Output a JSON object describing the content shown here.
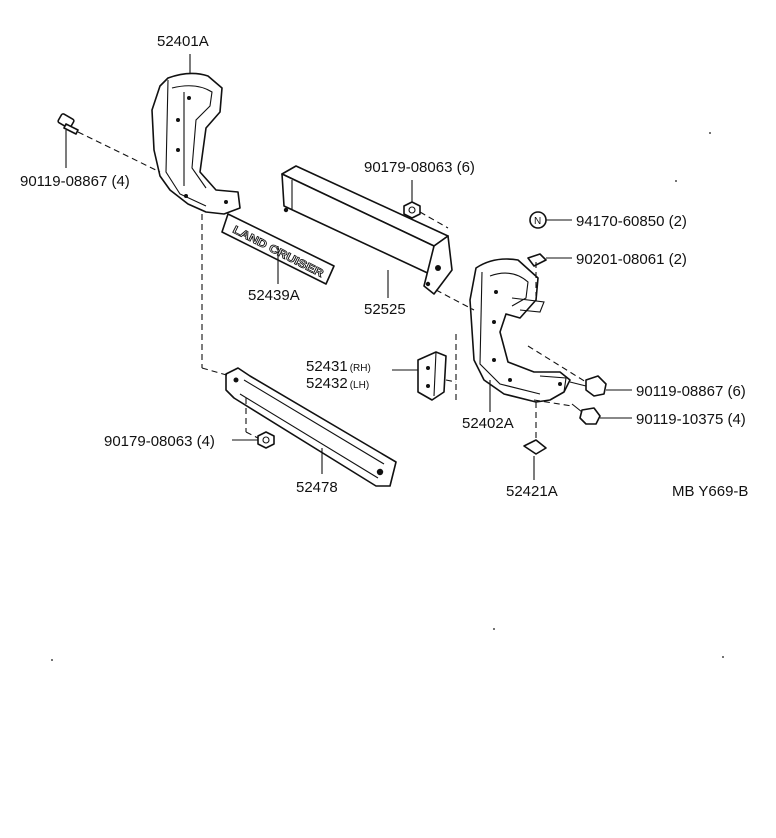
{
  "parts": {
    "p52401A": "52401A",
    "p90119_08867_4": "90119-08867 (4)",
    "p90179_08063_6": "90179-08063 (6)",
    "p94170_60850": "94170-60850 (2)",
    "p90201_08061": "90201-08061 (2)",
    "p52439A": "52439A",
    "p52525": "52525",
    "p52431": "52431",
    "p52431_suffix": "(RH)",
    "p52432": "52432",
    "p52432_suffix": "(LH)",
    "p52402A": "52402A",
    "p90119_08867_6": "90119-08867 (6)",
    "p90119_10375": "90119-10375 (4)",
    "p90179_08063_4": "90179-08063 (4)",
    "p52478": "52478",
    "p52421A": "52421A"
  },
  "emblem_text": "LAND CRUISER",
  "new_part_mark": "N",
  "diagram_code": "MB Y669-B"
}
